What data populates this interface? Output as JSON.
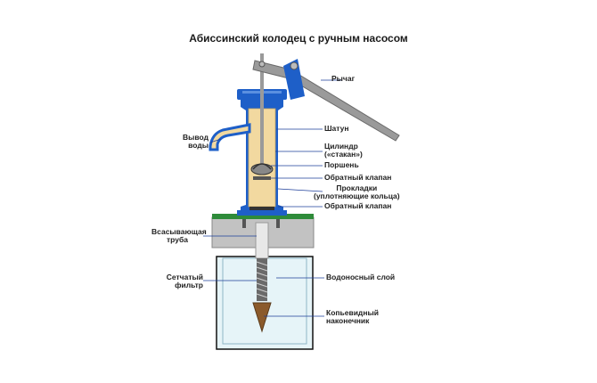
{
  "title": "Абиссинский колодец с ручным насосом",
  "labels": {
    "lever": "Рычаг",
    "rod": "Шатун",
    "cylinder_1": "Цилиндр",
    "cylinder_2": "(«стакан»)",
    "piston": "Поршень",
    "check_valve_top": "Обратный клапан",
    "gaskets_1": "Прокладки",
    "gaskets_2": "(уплотняющие кольца)",
    "check_valve_bottom": "Обратный клапан",
    "outlet_1": "Вывод",
    "outlet_2": "воды",
    "suction_1": "Всасывающая",
    "suction_2": "труба",
    "filter_1": "Сетчатый",
    "filter_2": "фильтр",
    "aquifer": "Водоносный слой",
    "tip_1": "Копьевидный",
    "tip_2": "наконечник"
  },
  "colors": {
    "pump_body": "#f2d9a0",
    "pump_frame": "#1e5fc8",
    "lever": "#8a8a8a",
    "ground": "#b8b8b8",
    "grass": "#2e8b3a",
    "water": "#e6f4f8",
    "pipe": "#d8d8d8",
    "filter": "#555555",
    "tip": "#8b5a2b",
    "leader": "#1e3f9a"
  }
}
